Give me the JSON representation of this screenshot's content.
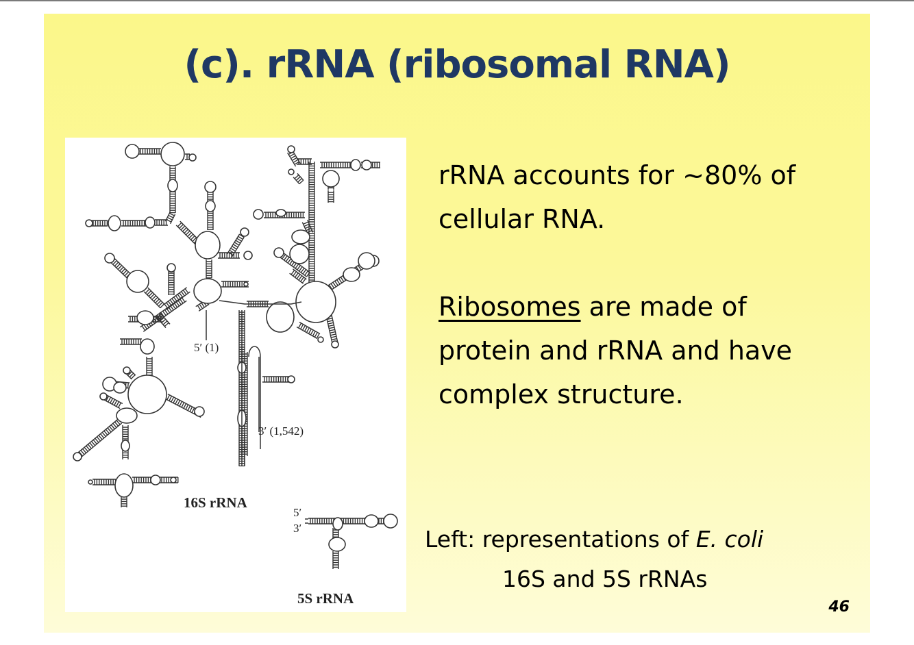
{
  "slide": {
    "title": "(c). rRNA (ribosomal RNA)",
    "paragraph1": {
      "line1": "rRNA accounts for ~80% of",
      "line2": "cellular RNA."
    },
    "paragraph2": {
      "underlined_word": "Ribosomes",
      "line1_rest": " are made of",
      "line2": "protein and rRNA and have",
      "line3": "complex structure."
    },
    "caption": {
      "prefix": "Left: representations of ",
      "species": "E. coli",
      "line2": "16S and 5S rRNAs"
    },
    "page_number": "46"
  },
  "figure": {
    "label_5prime_16s": "5′ (1)",
    "label_3prime_16s": "3′ (1,542)",
    "label_16s": "16S rRNA",
    "label_5s_5prime": "5′",
    "label_5s_3prime": "3′",
    "label_5s": "5S rRNA"
  },
  "colors": {
    "title": "#1f3864",
    "slide_background": "#fbf78a",
    "structure_ink": "#333333"
  }
}
